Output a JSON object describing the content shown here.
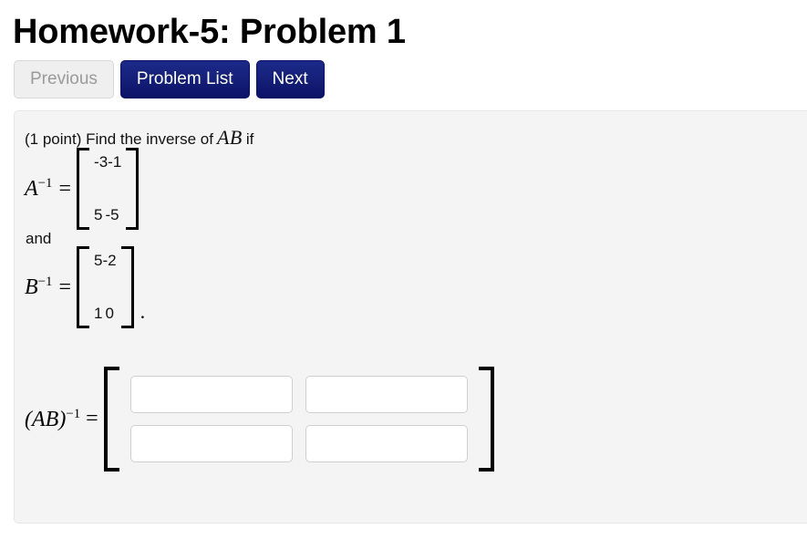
{
  "header": {
    "title": "Homework-5: Problem 1"
  },
  "nav": {
    "previous_label": "Previous",
    "problem_list_label": "Problem List",
    "next_label": "Next"
  },
  "problem": {
    "points_text": "(1 point) Find the inverse of",
    "prompt_math": "AB",
    "prompt_tail": "if",
    "conjunction": "and",
    "a_label": "A",
    "a_exponent": "−1",
    "b_label": "B",
    "b_exponent": "−1",
    "answer_label_open": "(",
    "answer_label_vars": "AB",
    "answer_label_close": ")",
    "answer_exponent": "−1",
    "equals": "=",
    "trailing_punctuation": "."
  },
  "matrices": {
    "a_inverse": {
      "name": "A inverse",
      "rows": [
        [
          "-3",
          "-1"
        ],
        [
          "5",
          "-5"
        ]
      ]
    },
    "b_inverse": {
      "name": "B inverse",
      "rows": [
        [
          "5",
          "-2"
        ],
        [
          "1",
          "0"
        ]
      ]
    }
  },
  "answer_inputs": {
    "r0c0": {
      "value": "",
      "placeholder": ""
    },
    "r0c1": {
      "value": "",
      "placeholder": ""
    },
    "r1c0": {
      "value": "",
      "placeholder": ""
    },
    "r1c1": {
      "value": "",
      "placeholder": ""
    }
  },
  "colors": {
    "primary_button": "#16217a",
    "panel_background": "#f4f4f4",
    "disabled_text": "#9a9a9a",
    "input_border": "#cfcfcf"
  }
}
